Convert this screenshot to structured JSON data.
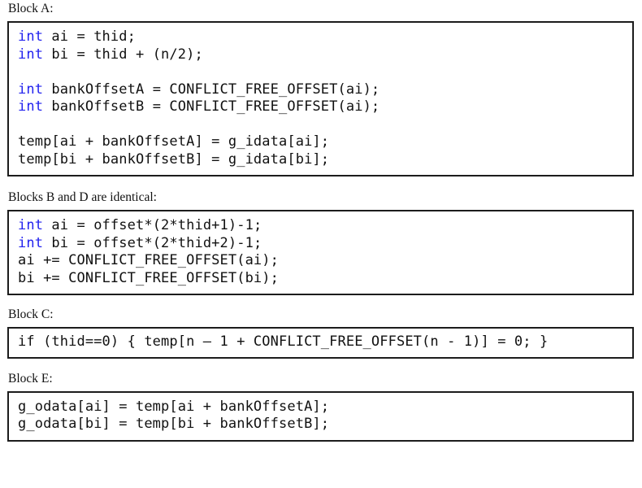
{
  "document": {
    "title": "CUDA prefix sum bank-conflict-free code blocks",
    "background_color": "#ffffff",
    "text_color": "#111111",
    "keyword_color": "#2222ee",
    "box_border_color": "#1c1c1c"
  },
  "blocks": [
    {
      "id": "block-a",
      "label": "Block A:",
      "lines": [
        {
          "kind": "code",
          "keyword": "int",
          "rest": " ai = thid;"
        },
        {
          "kind": "code",
          "keyword": "int",
          "rest": " bi = thid + (n/2);"
        },
        {
          "kind": "blank",
          "keyword": "",
          "rest": ""
        },
        {
          "kind": "code",
          "keyword": "int",
          "rest": " bankOffsetA = CONFLICT_FREE_OFFSET(ai);"
        },
        {
          "kind": "code",
          "keyword": "int",
          "rest": " bankOffsetB = CONFLICT_FREE_OFFSET(ai);"
        },
        {
          "kind": "blank",
          "keyword": "",
          "rest": ""
        },
        {
          "kind": "code",
          "keyword": "",
          "rest": "temp[ai + bankOffsetA] = g_idata[ai];"
        },
        {
          "kind": "code",
          "keyword": "",
          "rest": "temp[bi + bankOffsetB] = g_idata[bi];"
        }
      ]
    },
    {
      "id": "block-bd",
      "label": "Blocks B and D are identical:",
      "lines": [
        {
          "kind": "code",
          "keyword": "int",
          "rest": " ai = offset*(2*thid+1)-1;"
        },
        {
          "kind": "code",
          "keyword": "int",
          "rest": " bi = offset*(2*thid+2)-1;"
        },
        {
          "kind": "code",
          "keyword": "",
          "rest": "ai += CONFLICT_FREE_OFFSET(ai);"
        },
        {
          "kind": "code",
          "keyword": "",
          "rest": "bi += CONFLICT_FREE_OFFSET(bi);"
        }
      ]
    },
    {
      "id": "block-c",
      "label": "Block C:",
      "lines": [
        {
          "kind": "code",
          "keyword": "",
          "rest": "if (thid==0) { temp[n – 1 + CONFLICT_FREE_OFFSET(n - 1)] = 0; }"
        }
      ]
    },
    {
      "id": "block-e",
      "label": "Block E:",
      "lines": [
        {
          "kind": "code",
          "keyword": "",
          "rest": "g_odata[ai] = temp[ai + bankOffsetA];"
        },
        {
          "kind": "code",
          "keyword": "",
          "rest": "g_odata[bi] = temp[bi + bankOffsetB];"
        }
      ]
    }
  ]
}
